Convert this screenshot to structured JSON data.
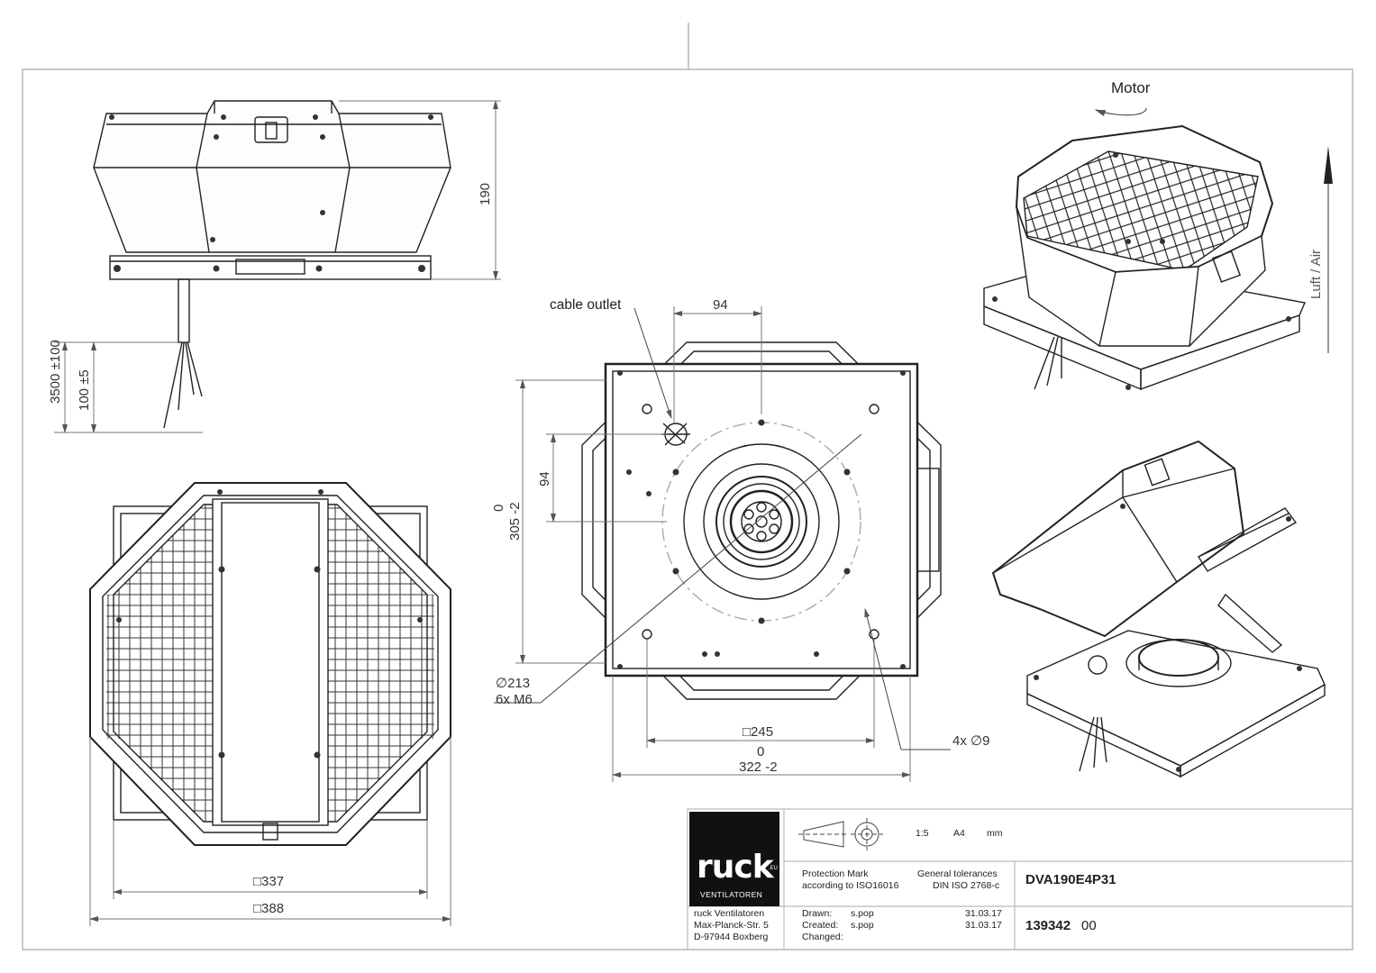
{
  "labels": {
    "motor": "Motor",
    "airflow": "Luft / Air",
    "cable_outlet": "cable outlet"
  },
  "dimensions": {
    "height": "190",
    "cable_length": "3500 ±100",
    "cable_strip": "100 ±5",
    "top_width": "94",
    "side_height": "94",
    "frame_tolerance_zero": "0",
    "frame_height": "305 -2",
    "hole_circle_dia": "∅213",
    "hole_circle_thread": "6x M6",
    "inner_square": "□245",
    "outer_zero": "0",
    "outer_width": "322 -2",
    "mount_holes": "4x ∅9",
    "base_inner": "□337",
    "base_outer": "□388"
  },
  "title_block": {
    "logo": {
      "word": "ruck",
      "suffix": ".EU",
      "subtitle": "VENTILATOREN"
    },
    "scale": "1:5",
    "paper": "A4",
    "unit": "mm",
    "protection_mark_l1": "Protection Mark",
    "protection_mark_l2": "according to ISO16016",
    "tolerances_l1": "General tolerances",
    "tolerances_l2": "DIN ISO 2768-c",
    "model": "DVA190E4P31",
    "company": "ruck Ventilatoren",
    "street": "Max-Planck-Str. 5",
    "city": "D-97944 Boxberg",
    "drawn_label": "Drawn:",
    "drawn_by": "s.pop",
    "drawn_date": "31.03.17",
    "created_label": "Created:",
    "created_by": "s.pop",
    "created_date": "31.03.17",
    "changed_label": "Changed:",
    "drawing_number": "139342",
    "revision": "00"
  }
}
